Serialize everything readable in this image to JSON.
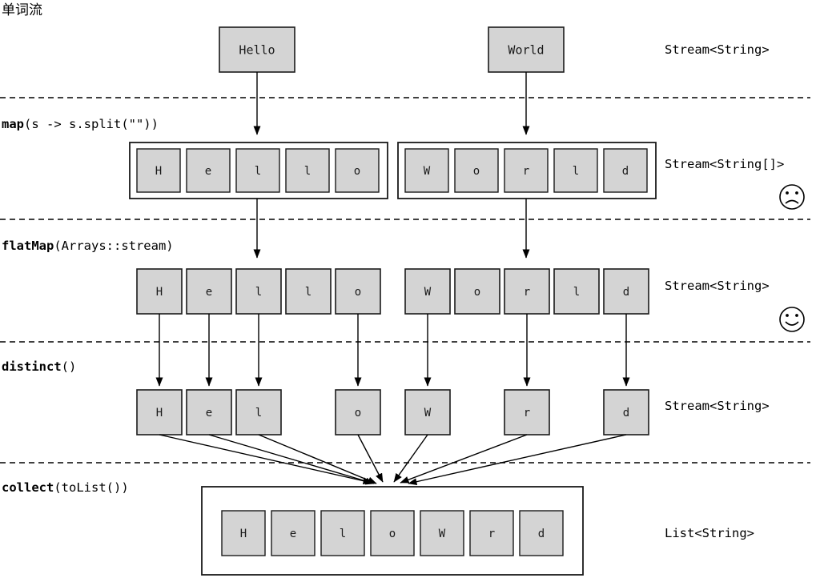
{
  "title": "单词流",
  "stages": [
    {
      "id": "source",
      "op_name": "",
      "op_args": "",
      "type_label": "Stream<String>",
      "face": "none",
      "items": [
        "Hello",
        "World"
      ]
    },
    {
      "id": "map",
      "op_name": "map",
      "op_args": "(s -> s.split(\"\"))",
      "type_label": "Stream<String[]>",
      "face": "sad",
      "groups": [
        [
          "H",
          "e",
          "l",
          "l",
          "o"
        ],
        [
          "W",
          "o",
          "r",
          "l",
          "d"
        ]
      ]
    },
    {
      "id": "flatMap",
      "op_name": "flatMap",
      "op_args": "(Arrays::stream)",
      "type_label": "Stream<String>",
      "face": "happy",
      "items": [
        "H",
        "e",
        "l",
        "l",
        "o",
        "W",
        "o",
        "r",
        "l",
        "d"
      ]
    },
    {
      "id": "distinct",
      "op_name": "distinct",
      "op_args": "()",
      "type_label": "Stream<String>",
      "face": "none",
      "items": [
        "H",
        "e",
        "l",
        "o",
        "W",
        "r",
        "d"
      ]
    },
    {
      "id": "collect",
      "op_name": "collect",
      "op_args": "(toList())",
      "type_label": "List<String>",
      "face": "none",
      "items": [
        "H",
        "e",
        "l",
        "o",
        "W",
        "r",
        "d"
      ]
    }
  ],
  "colors": {
    "box_fill": "#d4d4d4",
    "box_stroke": "#1a1a1a",
    "line": "#000000",
    "background": "#ffffff"
  },
  "chart_data": {
    "type": "diagram",
    "title": "单词流",
    "description": "Java Stream pipeline: map -> flatMap -> distinct -> collect",
    "rows": [
      {
        "label": "Stream<String>",
        "values": [
          "Hello",
          "World"
        ]
      },
      {
        "label": "Stream<String[]>",
        "values": [
          [
            "H",
            "e",
            "l",
            "l",
            "o"
          ],
          [
            "W",
            "o",
            "r",
            "l",
            "d"
          ]
        ]
      },
      {
        "label": "Stream<String>",
        "values": [
          "H",
          "e",
          "l",
          "l",
          "o",
          "W",
          "o",
          "r",
          "l",
          "d"
        ]
      },
      {
        "label": "Stream<String>",
        "values": [
          "H",
          "e",
          "l",
          "o",
          "W",
          "r",
          "d"
        ]
      },
      {
        "label": "List<String>",
        "values": [
          "H",
          "e",
          "l",
          "o",
          "W",
          "r",
          "d"
        ]
      }
    ]
  }
}
